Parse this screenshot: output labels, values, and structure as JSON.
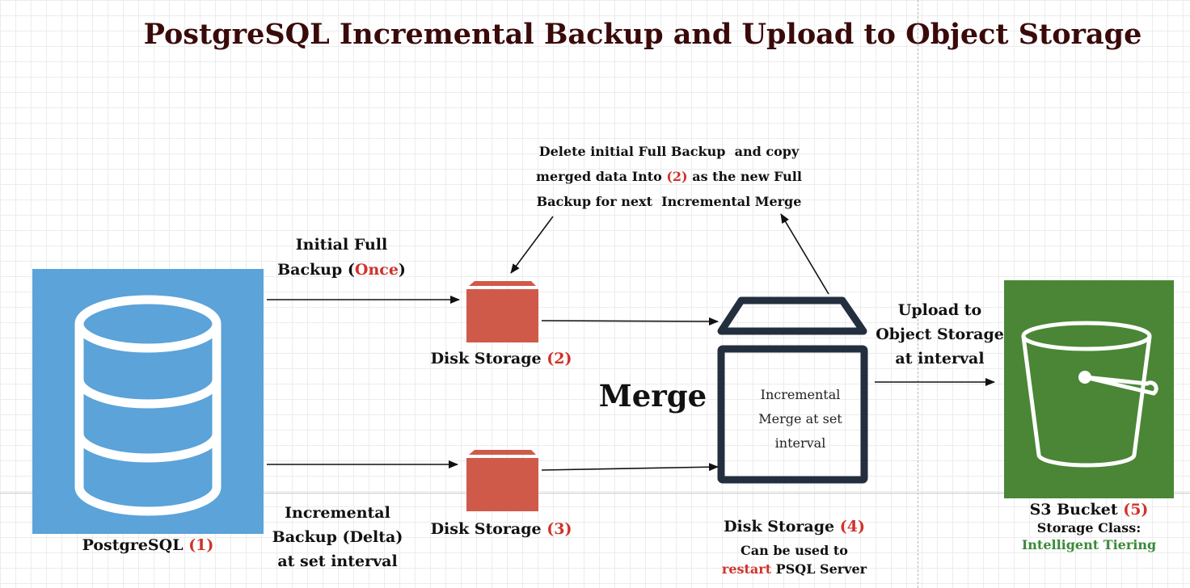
{
  "title": "PostgreSQL Incremental Backup and Upload to Object Storage",
  "nodes": {
    "postgres": {
      "label": "PostgreSQL",
      "num": "(1)"
    },
    "disk2": {
      "label": "Disk Storage",
      "num": "(2)"
    },
    "disk3": {
      "label": "Disk Storage",
      "num": "(3)"
    },
    "disk4": {
      "label": "Disk Storage",
      "num": "(4)",
      "inner_lines": [
        "Incremental",
        "Merge at set",
        "interval"
      ],
      "note_line1": "Can be used to",
      "note_red": "restart",
      "note_rest": "PSQL Server"
    },
    "s3": {
      "label": "S3 Bucket",
      "num": "(5)",
      "class_label": "Storage Class:",
      "class_value": "Intelligent Tiering"
    }
  },
  "merge_label": "Merge",
  "edges": {
    "full_backup": {
      "line1": "Initial Full",
      "line2_pre": "Backup (",
      "line2_red": "Once",
      "line2_post": ")"
    },
    "incremental": {
      "lines": [
        "Incremental",
        "Backup (Delta)",
        "at set interval"
      ]
    },
    "upload": {
      "lines": [
        "Upload to",
        "Object Storage",
        "at interval"
      ]
    },
    "delete_copy": {
      "line1": "Delete initial Full Backup  and copy",
      "line2_pre": "merged data Into ",
      "line2_red": "(2)",
      "line2_post": " as the new Full",
      "line3": "Backup for next  Incremental Merge"
    }
  },
  "colors": {
    "postgres_blue": "#5ba3d9",
    "disk_red": "#d05a4a",
    "s3_green": "#4a8636",
    "merge_dark": "#232f3e",
    "accent_red": "#d0322a",
    "tier_green": "#3a8a3a"
  }
}
